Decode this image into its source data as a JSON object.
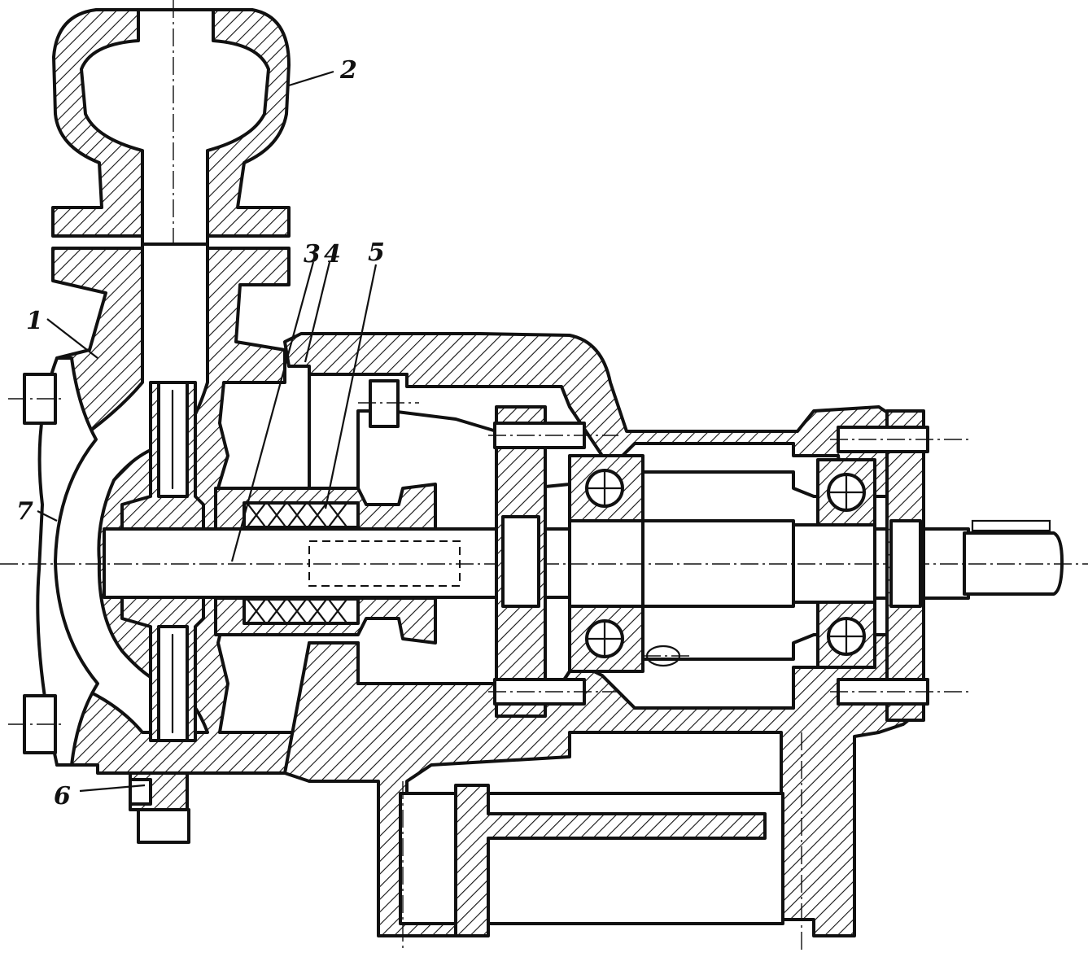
{
  "figure": {
    "callouts": [
      {
        "id": "1",
        "label": "1"
      },
      {
        "id": "2",
        "label": "2"
      },
      {
        "id": "3",
        "label": "3"
      },
      {
        "id": "4",
        "label": "4"
      },
      {
        "id": "5",
        "label": "5"
      },
      {
        "id": "6",
        "label": "6"
      },
      {
        "id": "7",
        "label": "7"
      }
    ],
    "line_color": "#111111",
    "background_color": "#ffffff"
  }
}
